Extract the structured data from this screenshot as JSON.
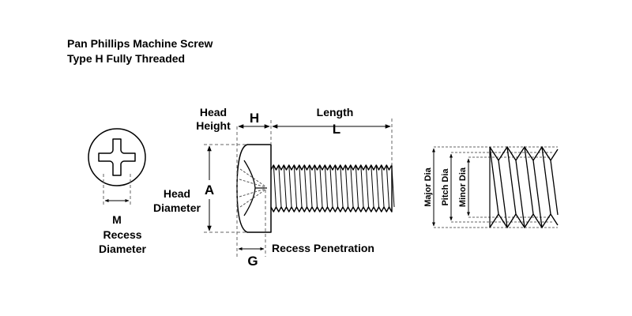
{
  "title": {
    "line1": "Pan Phillips Machine Screw",
    "line2": "Type H Fully Threaded"
  },
  "labels": {
    "head_height_1": "Head",
    "head_height_2": "Height",
    "head_height_letter": "H",
    "length_word": "Length",
    "length_letter": "L",
    "head_diameter_1": "Head",
    "head_diameter_2": "Diameter",
    "head_diameter_letter": "A",
    "recess_letter": "M",
    "recess_diameter_1": "Recess",
    "recess_diameter_2": "Diameter",
    "recess_penetration": "Recess Penetration",
    "recess_penetration_letter": "G",
    "major_dia": "Major Dia",
    "pitch_dia": "Pitch Dia",
    "minor_dia": "Minor Dia"
  },
  "colors": {
    "line": "#000000",
    "dim_dash": "#666666"
  }
}
